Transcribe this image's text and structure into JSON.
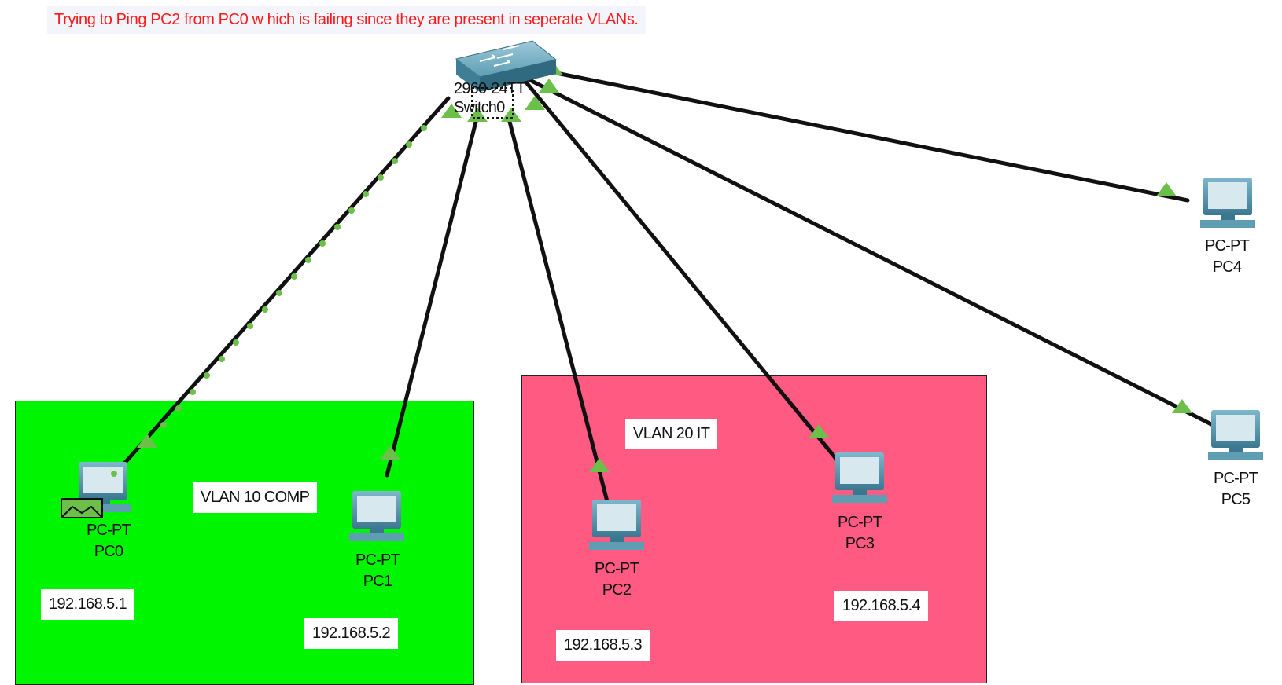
{
  "annotation": "Trying to Ping PC2 from PC0 w hich is failing since they are present in seperate VLANs.",
  "switch": {
    "label_line1": "2960-24TT",
    "label_line2": "Switch0"
  },
  "vlans": [
    {
      "label": "VLAN 10 COMP",
      "color": "#00f600"
    },
    {
      "label": "VLAN 20 IT",
      "color": "#ff5a82"
    }
  ],
  "devices": [
    {
      "model": "PC-PT",
      "name": "PC0",
      "ip": "192.168.5.1"
    },
    {
      "model": "PC-PT",
      "name": "PC1",
      "ip": "192.168.5.2"
    },
    {
      "model": "PC-PT",
      "name": "PC2",
      "ip": "192.168.5.3"
    },
    {
      "model": "PC-PT",
      "name": "PC3",
      "ip": "192.168.5.4"
    },
    {
      "model": "PC-PT",
      "name": "PC4"
    },
    {
      "model": "PC-PT",
      "name": "PC5"
    }
  ],
  "colors": {
    "link": "#111111",
    "link_up_indicator": "#6cc04a",
    "device_body": "#4f8fa8",
    "device_screen": "#d7e8ee",
    "annotation_text": "#ff1a1a"
  }
}
